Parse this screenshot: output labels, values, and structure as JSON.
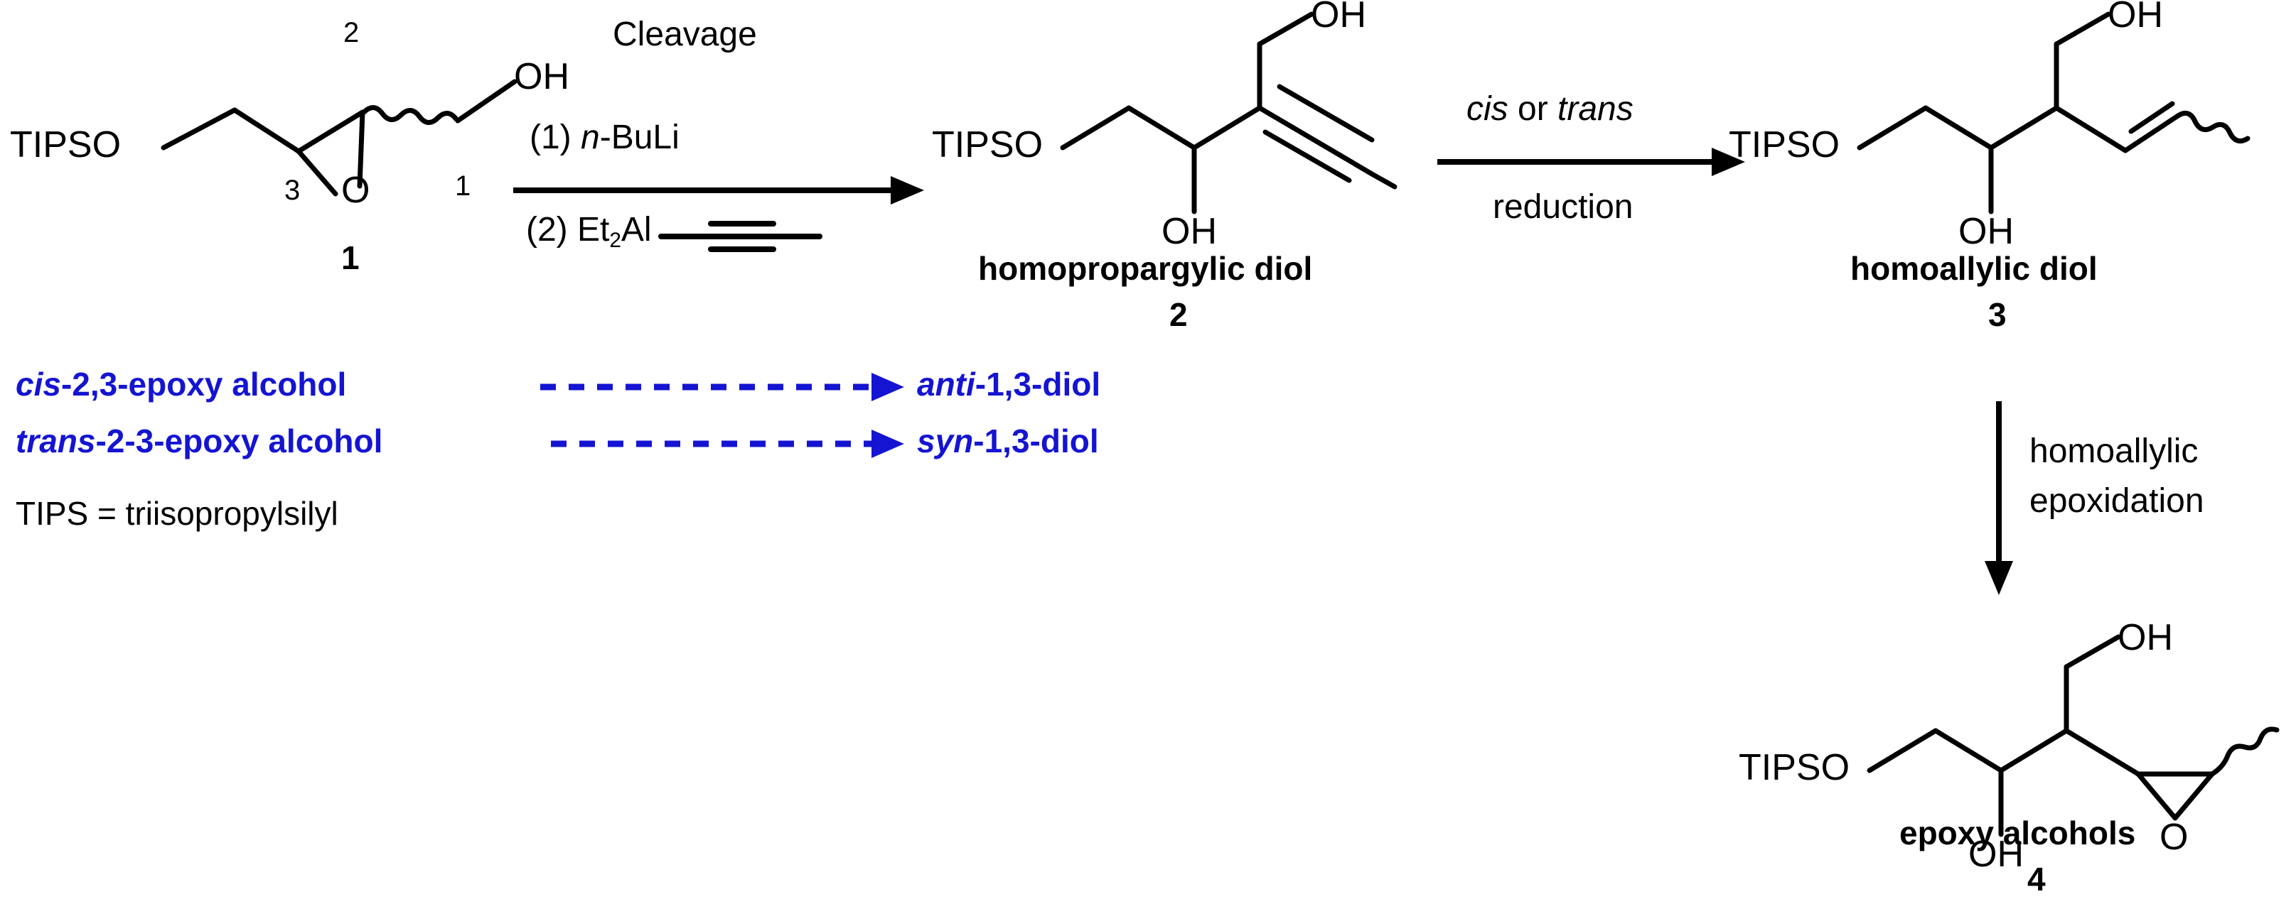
{
  "scheme": {
    "title_present": false,
    "background": "#ffffff",
    "accent_blue": "#1414d2"
  },
  "compounds": {
    "c1": {
      "number": "1",
      "name": "",
      "labels": {
        "tipso": "TIPSO",
        "oh": "OH",
        "epoxide_o": "O",
        "locant_1": "1",
        "locant_2": "2",
        "locant_3": "3"
      }
    },
    "c2": {
      "number": "2",
      "name": "homopropargylic diol",
      "labels": {
        "tipso": "TIPSO",
        "oh_top": "OH",
        "oh_bottom": "OH"
      }
    },
    "c3": {
      "number": "3",
      "name": "homoallylic diol",
      "labels": {
        "tipso": "TIPSO",
        "oh_top": "OH",
        "oh_bottom": "OH"
      }
    },
    "c4": {
      "number": "4",
      "name": "epoxy alcohols",
      "labels": {
        "tipso": "TIPSO",
        "oh_top": "OH",
        "oh_bottom": "OH",
        "epoxide_o": "O"
      }
    }
  },
  "arrows": {
    "arrow1": {
      "above_line1": "Cleavage",
      "above_line2_prefix": "(1) ",
      "above_line2_italic": "n",
      "above_line2_suffix": "-BuLi",
      "below_prefix": "(2) Et",
      "below_sub": "2",
      "below_suffix": "Al",
      "below_reagent_note": "propynyl alkyne"
    },
    "arrow2": {
      "above_italic_1": "cis",
      "above_plain": " or ",
      "above_italic_2": "trans",
      "below": "reduction"
    },
    "arrow3": {
      "right_line1": "homoallylic",
      "right_line2": "epoxidation"
    }
  },
  "relations": [
    {
      "from_italic": "cis",
      "from_rest": "-2,3-epoxy alcohol",
      "to_italic": "anti",
      "to_rest": "-1,3-diol"
    },
    {
      "from_italic": "trans",
      "from_rest": "-2-3-epoxy alcohol",
      "to_italic": "syn",
      "to_rest": "-1,3-diol"
    }
  ],
  "legend": {
    "tips_definition": "TIPS = triisopropylsilyl"
  }
}
